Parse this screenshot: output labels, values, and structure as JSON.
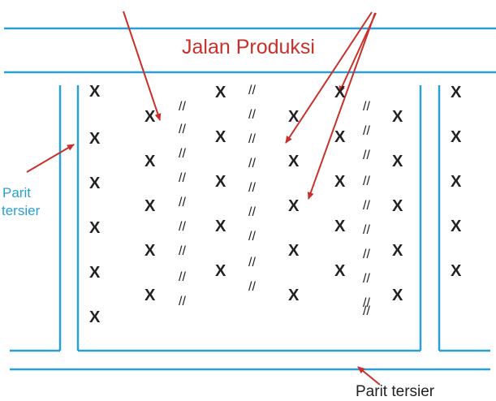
{
  "road_label": "Jalan Produksi",
  "tertiary_left_line1": "Parit",
  "tertiary_left_line2": "tersier",
  "tertiary_bottom": "Parit tersier",
  "x_mark": "X",
  "slash_mark": "//",
  "colors": {
    "channel": "#2a9fd6",
    "arrow": "#c8312b",
    "road_label": "#c8312b",
    "mark": "#222222"
  }
}
